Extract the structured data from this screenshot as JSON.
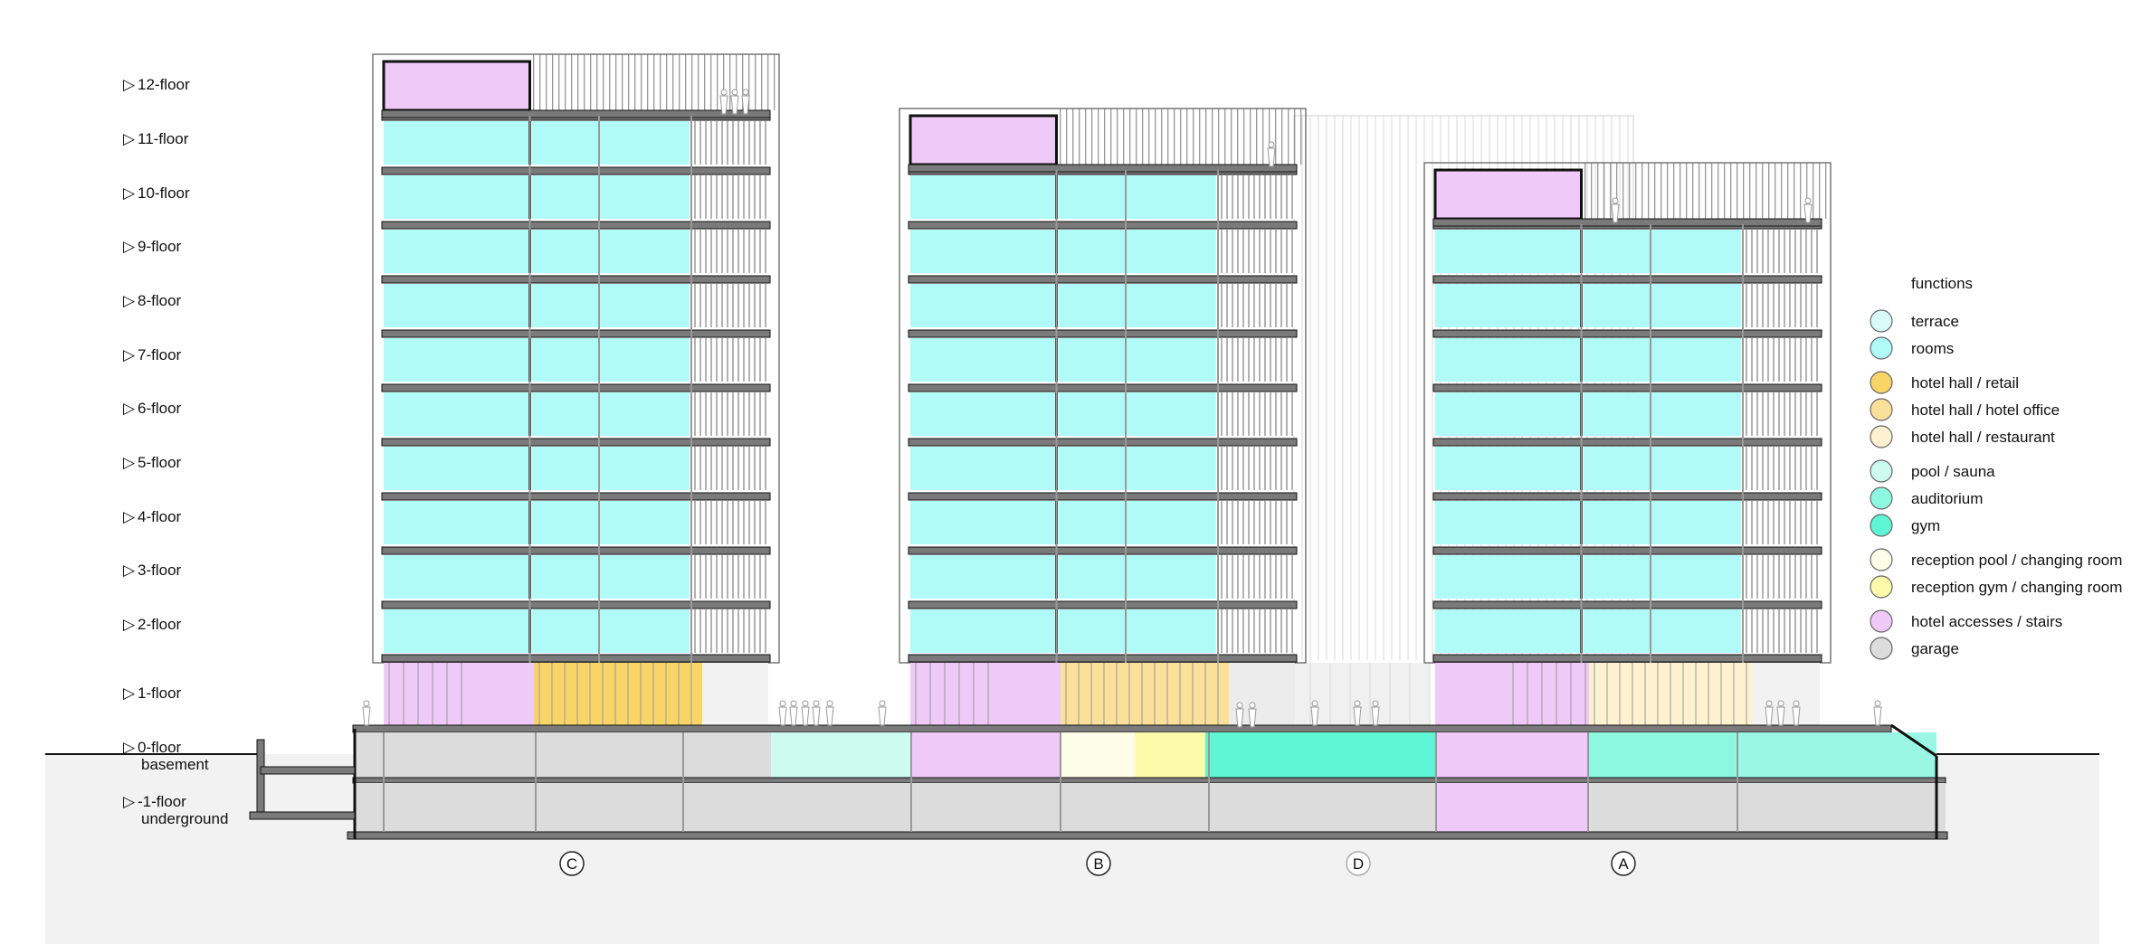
{
  "floors": [
    {
      "label": "12-floor"
    },
    {
      "label": "11-floor"
    },
    {
      "label": "10-floor"
    },
    {
      "label": "9-floor"
    },
    {
      "label": "8-floor"
    },
    {
      "label": "7-floor"
    },
    {
      "label": "6-floor"
    },
    {
      "label": "5-floor"
    },
    {
      "label": "4-floor"
    },
    {
      "label": "3-floor"
    },
    {
      "label": "2-floor"
    },
    {
      "label": "1-floor"
    },
    {
      "label": "0-floor",
      "sub": "basement"
    },
    {
      "label": "-1-floor",
      "sub": "underground"
    }
  ],
  "floor_marker": "▷",
  "axes": [
    "C",
    "B",
    "D",
    "A"
  ],
  "legend": {
    "title": "functions",
    "items": [
      {
        "label": "terrace",
        "color": "#d9fbf8"
      },
      {
        "label": "rooms",
        "color": "#b0fbf8"
      },
      {
        "label": "hotel hall / retail",
        "color": "#f9d568"
      },
      {
        "label": "hotel hall / hotel office",
        "color": "#fbe09a"
      },
      {
        "label": "hotel hall / restaurant",
        "color": "#fdf1cf"
      },
      {
        "label": "pool / sauna",
        "color": "#cdfbf0"
      },
      {
        "label": "auditorium",
        "color": "#8cf8df"
      },
      {
        "label": "gym",
        "color": "#5ef6d4"
      },
      {
        "label": "reception pool / changing room",
        "color": "#fefde7"
      },
      {
        "label": "reception gym / changing room",
        "color": "#fdfba9"
      },
      {
        "label": "hotel accesses / stairs",
        "color": "#efc9f7"
      },
      {
        "label": "garage",
        "color": "#dcdcdc"
      }
    ]
  },
  "colors": {
    "rooms": "#b0fbf8",
    "access": "#efc9f7",
    "retail": "#f9d568",
    "office": "#fbe09a",
    "restaurant": "#fdf1cf",
    "pool": "#cdfbf0",
    "auditorium": "#8cf8df",
    "gym": "#5ef6d4",
    "rec_pool": "#fefde7",
    "rec_gym": "#fdfba9",
    "garage": "#dcdcdc",
    "ground": "#f2f2f2",
    "slab": "#7a7a7a",
    "line": "#222222",
    "courtyard": "#ececec"
  }
}
